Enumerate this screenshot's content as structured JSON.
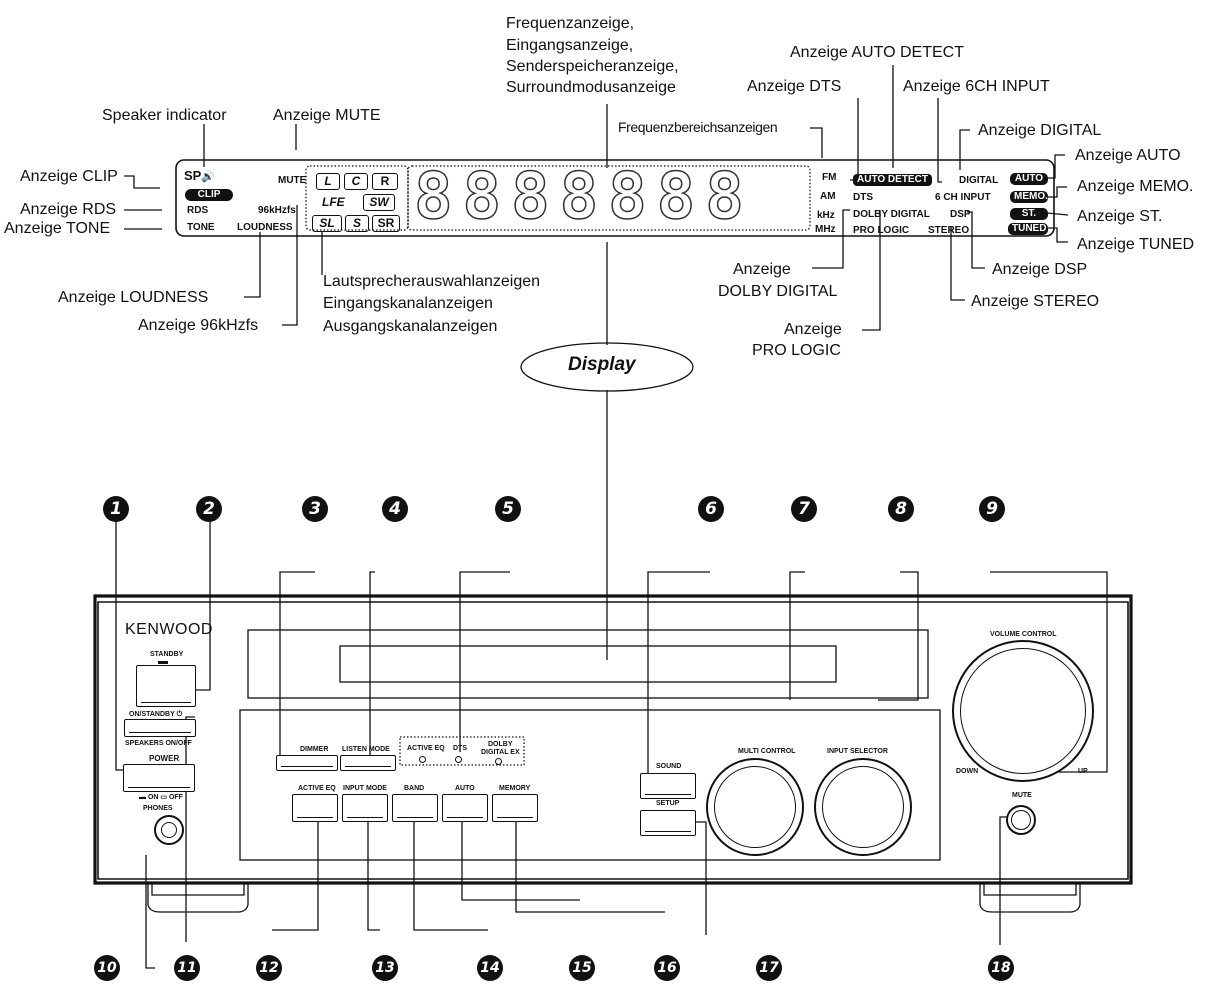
{
  "display_title": "Display",
  "callouts": {
    "freq_display": "Frequenzanzeige,",
    "input_display": "Eingangsanzeige,",
    "preset_display": "Senderspeicheranzeige,",
    "surround_display": "Surroundmodusanzeige",
    "auto_detect": "Anzeige AUTO DETECT",
    "dts": "Anzeige DTS",
    "six_ch_input": "Anzeige 6CH INPUT",
    "speaker": "Speaker indicator",
    "mute": "Anzeige MUTE",
    "band": "Frequenzbereichsanzeigen",
    "digital": "Anzeige DIGITAL",
    "auto": "Anzeige AUTO",
    "clip": "Anzeige CLIP",
    "memo": "Anzeige MEMO.",
    "rds": "Anzeige RDS",
    "st": "Anzeige ST.",
    "tone": "Anzeige TONE",
    "tuned": "Anzeige TUNED",
    "speaker_select": "Lautsprecherauswahlanzeigen",
    "input_channel": "Eingangskanalanzeigen",
    "output_channel": "Ausgangskanalanzeigen",
    "dolby_digital_1": "Anzeige",
    "dolby_digital_2": "DOLBY DIGITAL",
    "dsp": "Anzeige DSP",
    "loudness": "Anzeige LOUDNESS",
    "stereo": "Anzeige STEREO",
    "khz96": "Anzeige 96kHzfs",
    "pro_logic_1": "Anzeige",
    "pro_logic_2": "PRO LOGIC"
  },
  "lcd": {
    "sp": "SP",
    "mute": "MUTE",
    "clip": "CLIP",
    "rds": "RDS",
    "tone": "TONE",
    "loudness": "LOUDNESS",
    "khz96": "96kHzfs",
    "ch_l": "L",
    "ch_c": "C",
    "ch_r": "R",
    "ch_lfe": "LFE",
    "ch_sw": "SW",
    "ch_sl": "SL",
    "ch_s": "S",
    "ch_sr": "SR",
    "fm": "FM",
    "am": "AM",
    "khz": "kHz",
    "mhz": "MHz",
    "auto_detect": "AUTO DETECT",
    "digital": "DIGITAL",
    "auto": "AUTO",
    "dts": "DTS",
    "six_ch_input": "6 CH INPUT",
    "memo": "MEMO.",
    "dolby_digital": "DOLBY DIGITAL",
    "dsp": "DSP",
    "st": "ST.",
    "pro_logic": "PRO LOGIC",
    "stereo": "STEREO",
    "tuned": "TUNED"
  },
  "panel": {
    "brand": "KENWOOD",
    "standby": "STANDBY",
    "on_standby": "ON/STANDBY ⏻",
    "speakers": "SPEAKERS ON/OFF",
    "power": "POWER",
    "power_states": "▬ ON  ▭ OFF",
    "phones": "PHONES",
    "dimmer": "DIMMER",
    "listen_mode": "LISTEN MODE",
    "active_eq_ind": "ACTIVE EQ",
    "dts_ind": "DTS",
    "dolby_ex_1": "DOLBY",
    "dolby_ex_2": "DIGITAL EX",
    "active_eq": "ACTIVE EQ",
    "input_mode": "INPUT MODE",
    "band": "BAND",
    "auto": "AUTO",
    "memory": "MEMORY",
    "sound": "SOUND",
    "setup": "SETUP",
    "multi_control": "MULTI CONTROL",
    "input_selector": "INPUT SELECTOR",
    "volume_control": "VOLUME CONTROL",
    "down": "DOWN",
    "up": "UP",
    "mute": "MUTE"
  },
  "numbers": [
    "1",
    "2",
    "3",
    "4",
    "5",
    "6",
    "7",
    "8",
    "9",
    "10",
    "11",
    "12",
    "13",
    "14",
    "15",
    "16",
    "17",
    "18"
  ]
}
